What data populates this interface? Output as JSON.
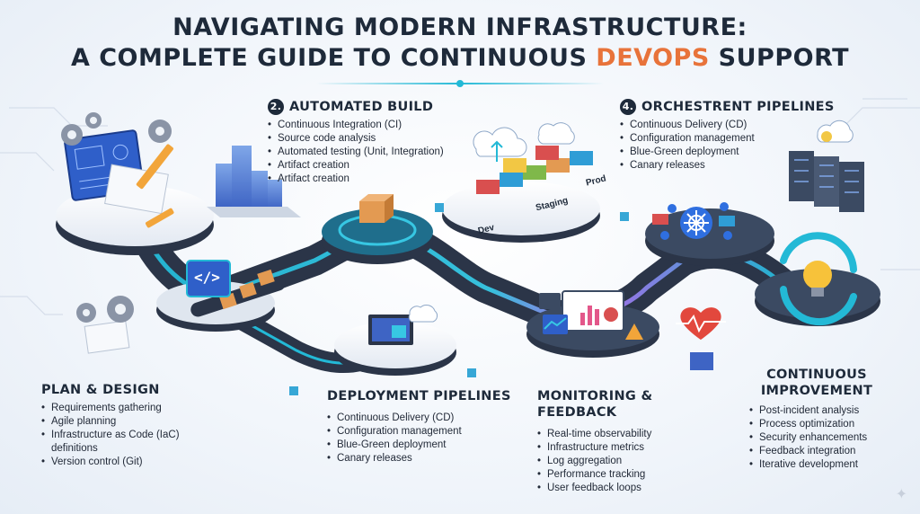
{
  "title": {
    "line1": "NAVIGATING MODERN INFRASTRUCTURE:",
    "line2_prefix": "A COMPLETE GUIDE TO CONTINUOUS ",
    "line2_accent": "DEVOPS",
    "line2_suffix": " SUPPORT"
  },
  "colors": {
    "accent": "#e8733a",
    "heading": "#1e2a3a",
    "track_glow": "#23b9d6",
    "track_purple": "#b26cf0",
    "platform": "#2b3548"
  },
  "stages": {
    "plan": {
      "heading": "PLAN & DESIGN",
      "items": [
        "Requirements gathering",
        "Agile planning",
        "Infrastructure as Code (IaC) definitions",
        "Version control (Git)"
      ]
    },
    "build": {
      "number": "2.",
      "heading": "AUTOMATED BUILD",
      "items": [
        "Continuous Integration (CI)",
        "Source code analysis",
        "Automated testing (Unit, Integration)",
        "Artifact creation",
        "Artifact creation"
      ]
    },
    "deploy": {
      "heading": "DEPLOYMENT PIPELINES",
      "items": [
        "Continuous Delivery (CD)",
        "Configuration management",
        "Blue-Green deployment",
        "Canary releases"
      ]
    },
    "orchestrate": {
      "number": "4.",
      "heading": "ORCHESTRENT PIPELINES",
      "items": [
        "Continuous Delivery (CD)",
        "Configuration management",
        "Blue-Green deployment",
        "Canary releases"
      ]
    },
    "monitor": {
      "heading": "MONITORING & FEEDBACK",
      "items": [
        "Real-time observability",
        "Infrastructure metrics",
        "Log aggregation",
        "Performance tracking",
        "User feedback loops"
      ]
    },
    "improve": {
      "heading_line1": "CONTINUOUS",
      "heading_line2": "IMPROVEMENT",
      "items": [
        "Post-incident analysis",
        "Process optimization",
        "Security enhancements",
        "Feedback integration",
        "Iterative development"
      ]
    }
  },
  "env_labels": [
    "Dev",
    "Staging",
    "Prod"
  ],
  "code_glyph": "</>",
  "icons": [
    "gear-icon",
    "blueprint-icon",
    "pencil-icon",
    "city-icon",
    "cloud-upload-icon",
    "server-rack-icon",
    "kubernetes-icon",
    "dashboard-icon",
    "heart-pulse-icon",
    "lightbulb-icon",
    "cycle-arrows-icon",
    "checklist-icon",
    "conveyor-icon",
    "sparkle-icon"
  ]
}
